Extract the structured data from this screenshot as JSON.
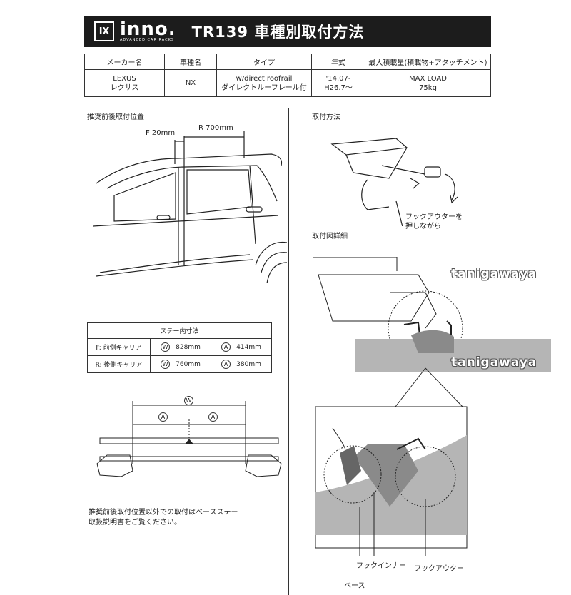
{
  "header": {
    "logo_mark": "Ⅸ",
    "logo_text": "inno.",
    "logo_sub": "ADVANCED CAR RACKS",
    "title": "TR139 車種別取付方法"
  },
  "spec_table": {
    "headers": [
      "メーカー名",
      "車種名",
      "タイプ",
      "年式",
      "最大積載量(積載物+アタッチメント)"
    ],
    "row": [
      "LEXUS\nレクサス",
      "NX",
      "w/direct roofrail\nダイレクトルーフレール付",
      "'14.07-\nH26.7～",
      "MAX LOAD\n75kg"
    ]
  },
  "left": {
    "section_title": "推奨前後取付位置",
    "dim_front": "F 20mm",
    "dim_rear": "R 700mm",
    "stay_table": {
      "title": "ステー内寸法",
      "rows": [
        {
          "label": "F: 前側キャリア",
          "w_symbol": "W",
          "w_value": "828mm",
          "a_symbol": "A",
          "a_value": "414mm"
        },
        {
          "label": "R: 後側キャリア",
          "w_symbol": "W",
          "w_value": "760mm",
          "a_symbol": "A",
          "a_value": "380mm"
        }
      ]
    },
    "diagram_w": "W",
    "diagram_a1": "A",
    "diagram_a2": "A",
    "note": "推奨前後取付位置以外での取付はベースステー\n取扱説明書をご覧ください。"
  },
  "right": {
    "section_title": "取付方法",
    "hook_note": "フックアウターを\n押しながら",
    "detail_title": "取付図詳細",
    "label_inner": "フックインナー",
    "label_outer": "フックアウター",
    "label_base": "ベース"
  },
  "watermark": "tanigawaya"
}
